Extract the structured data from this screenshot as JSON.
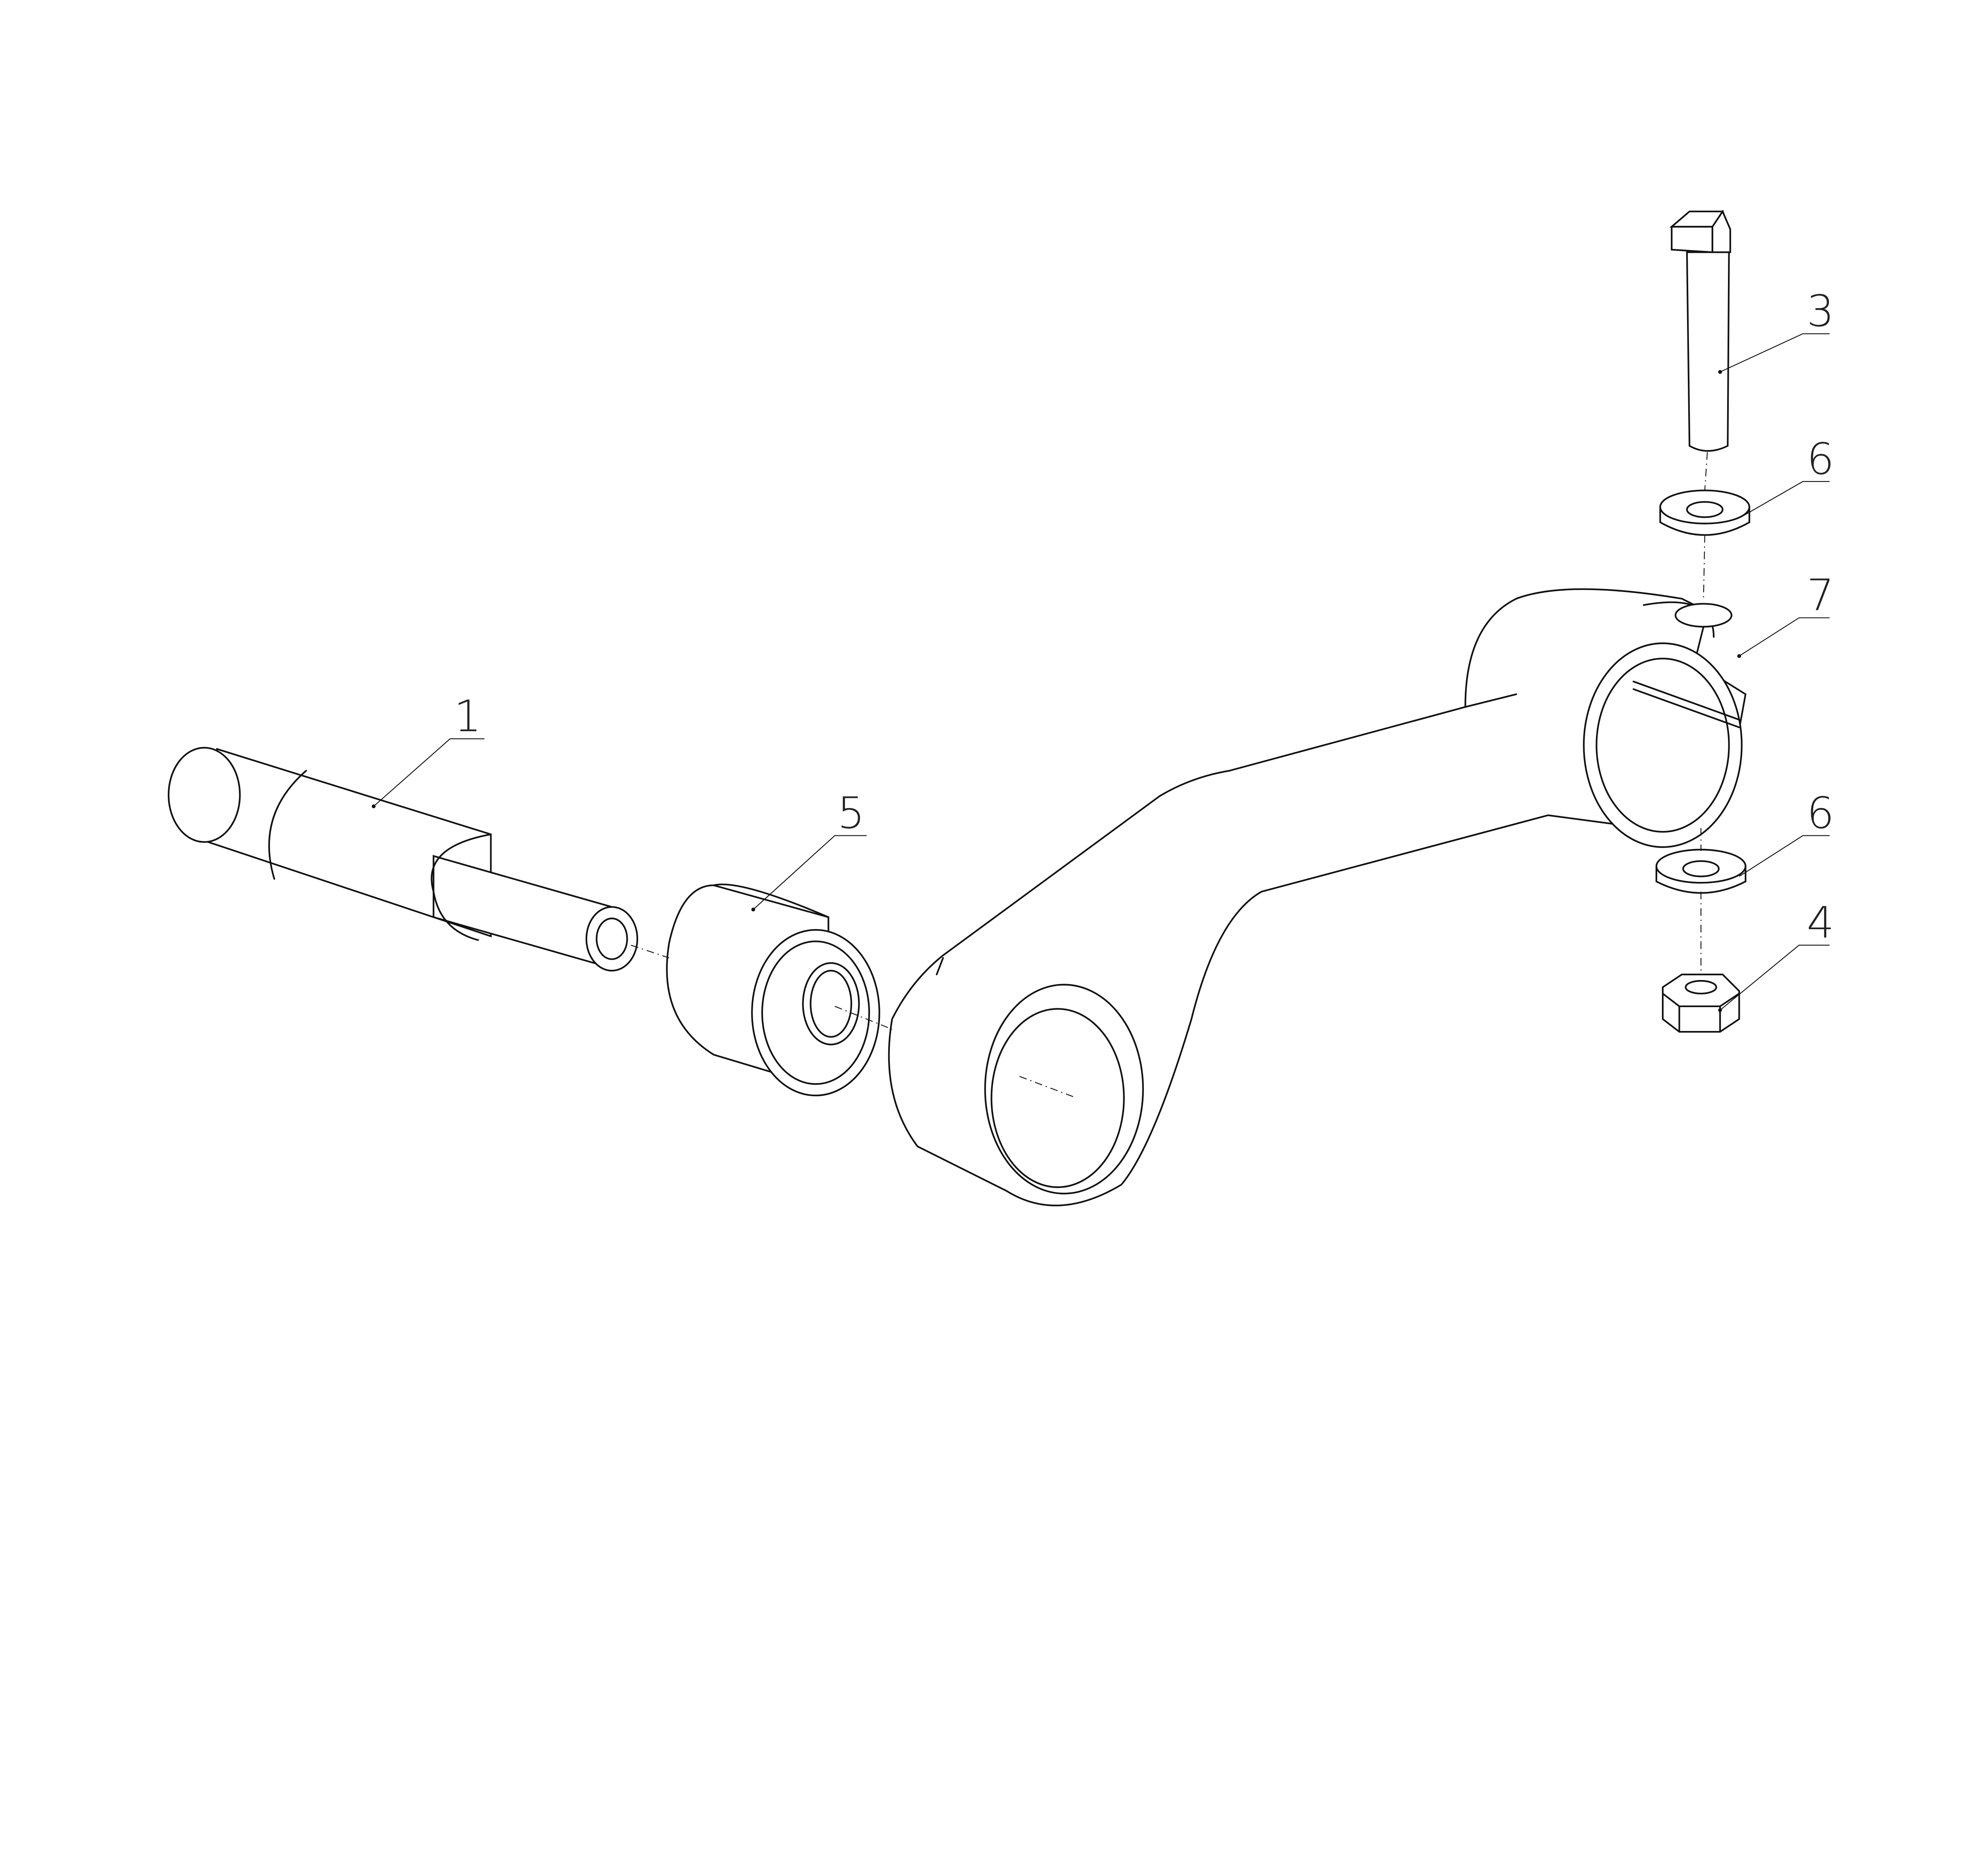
{
  "drawing": {
    "type": "exploded assembly view",
    "colors": {
      "line": "#111111",
      "background": "#ffffff"
    },
    "callouts": [
      {
        "id": "part-1",
        "label": "1"
      },
      {
        "id": "part-5",
        "label": "5"
      },
      {
        "id": "part-3",
        "label": "3"
      },
      {
        "id": "part-6-top",
        "label": "6"
      },
      {
        "id": "part-7",
        "label": "7"
      },
      {
        "id": "part-6-bottom",
        "label": "6"
      },
      {
        "id": "part-4",
        "label": "4"
      }
    ]
  }
}
